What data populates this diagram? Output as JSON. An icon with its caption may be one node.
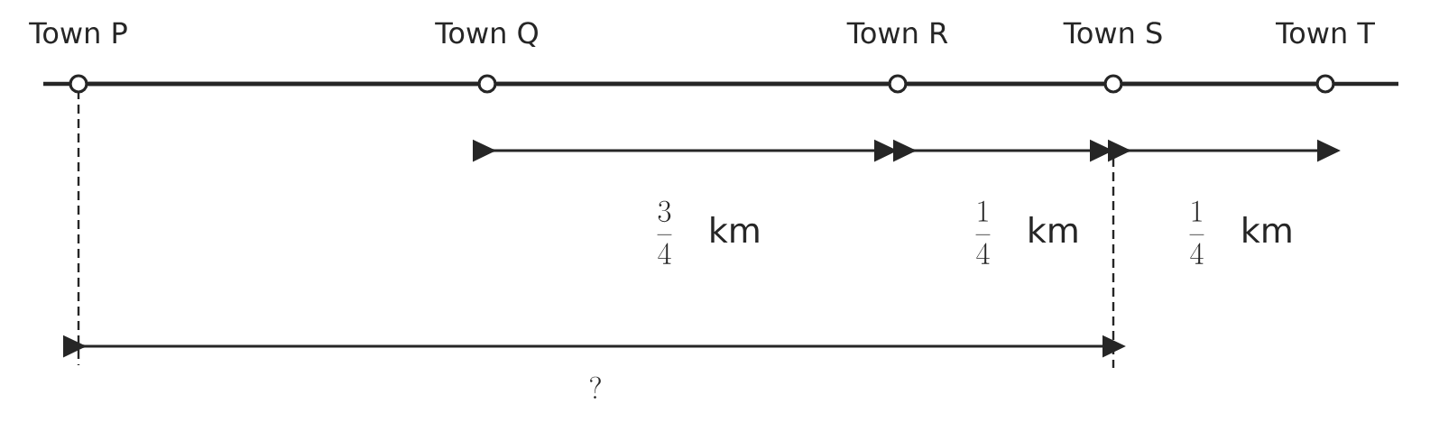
{
  "diagram": {
    "nodes": [
      {
        "text": [
          "Town P"
        ]
      },
      {
        "text": [
          "Town Q"
        ]
      },
      {
        "text": [
          "Town R"
        ]
      },
      {
        "text": [
          "Town S"
        ]
      },
      {
        "text": [
          "Town T"
        ]
      }
    ],
    "edges": [
      {
        "from": 0,
        "to": 1,
        "arrow": "none"
      },
      {
        "from": 1,
        "to": 2,
        "arrow": "none"
      },
      {
        "from": 2,
        "to": 3,
        "arrow": "none"
      },
      {
        "from": 3,
        "to": 4,
        "arrow": "none"
      }
    ],
    "labels": [
      "\\frac{3}{4}\\quad \\mathrm{km}",
      "\\frac{1}{4}\\quad \\mathrm{km}",
      "\\frac{1}{4}\\quad \\mathrm{km}",
      "?"
    ]
  }
}
